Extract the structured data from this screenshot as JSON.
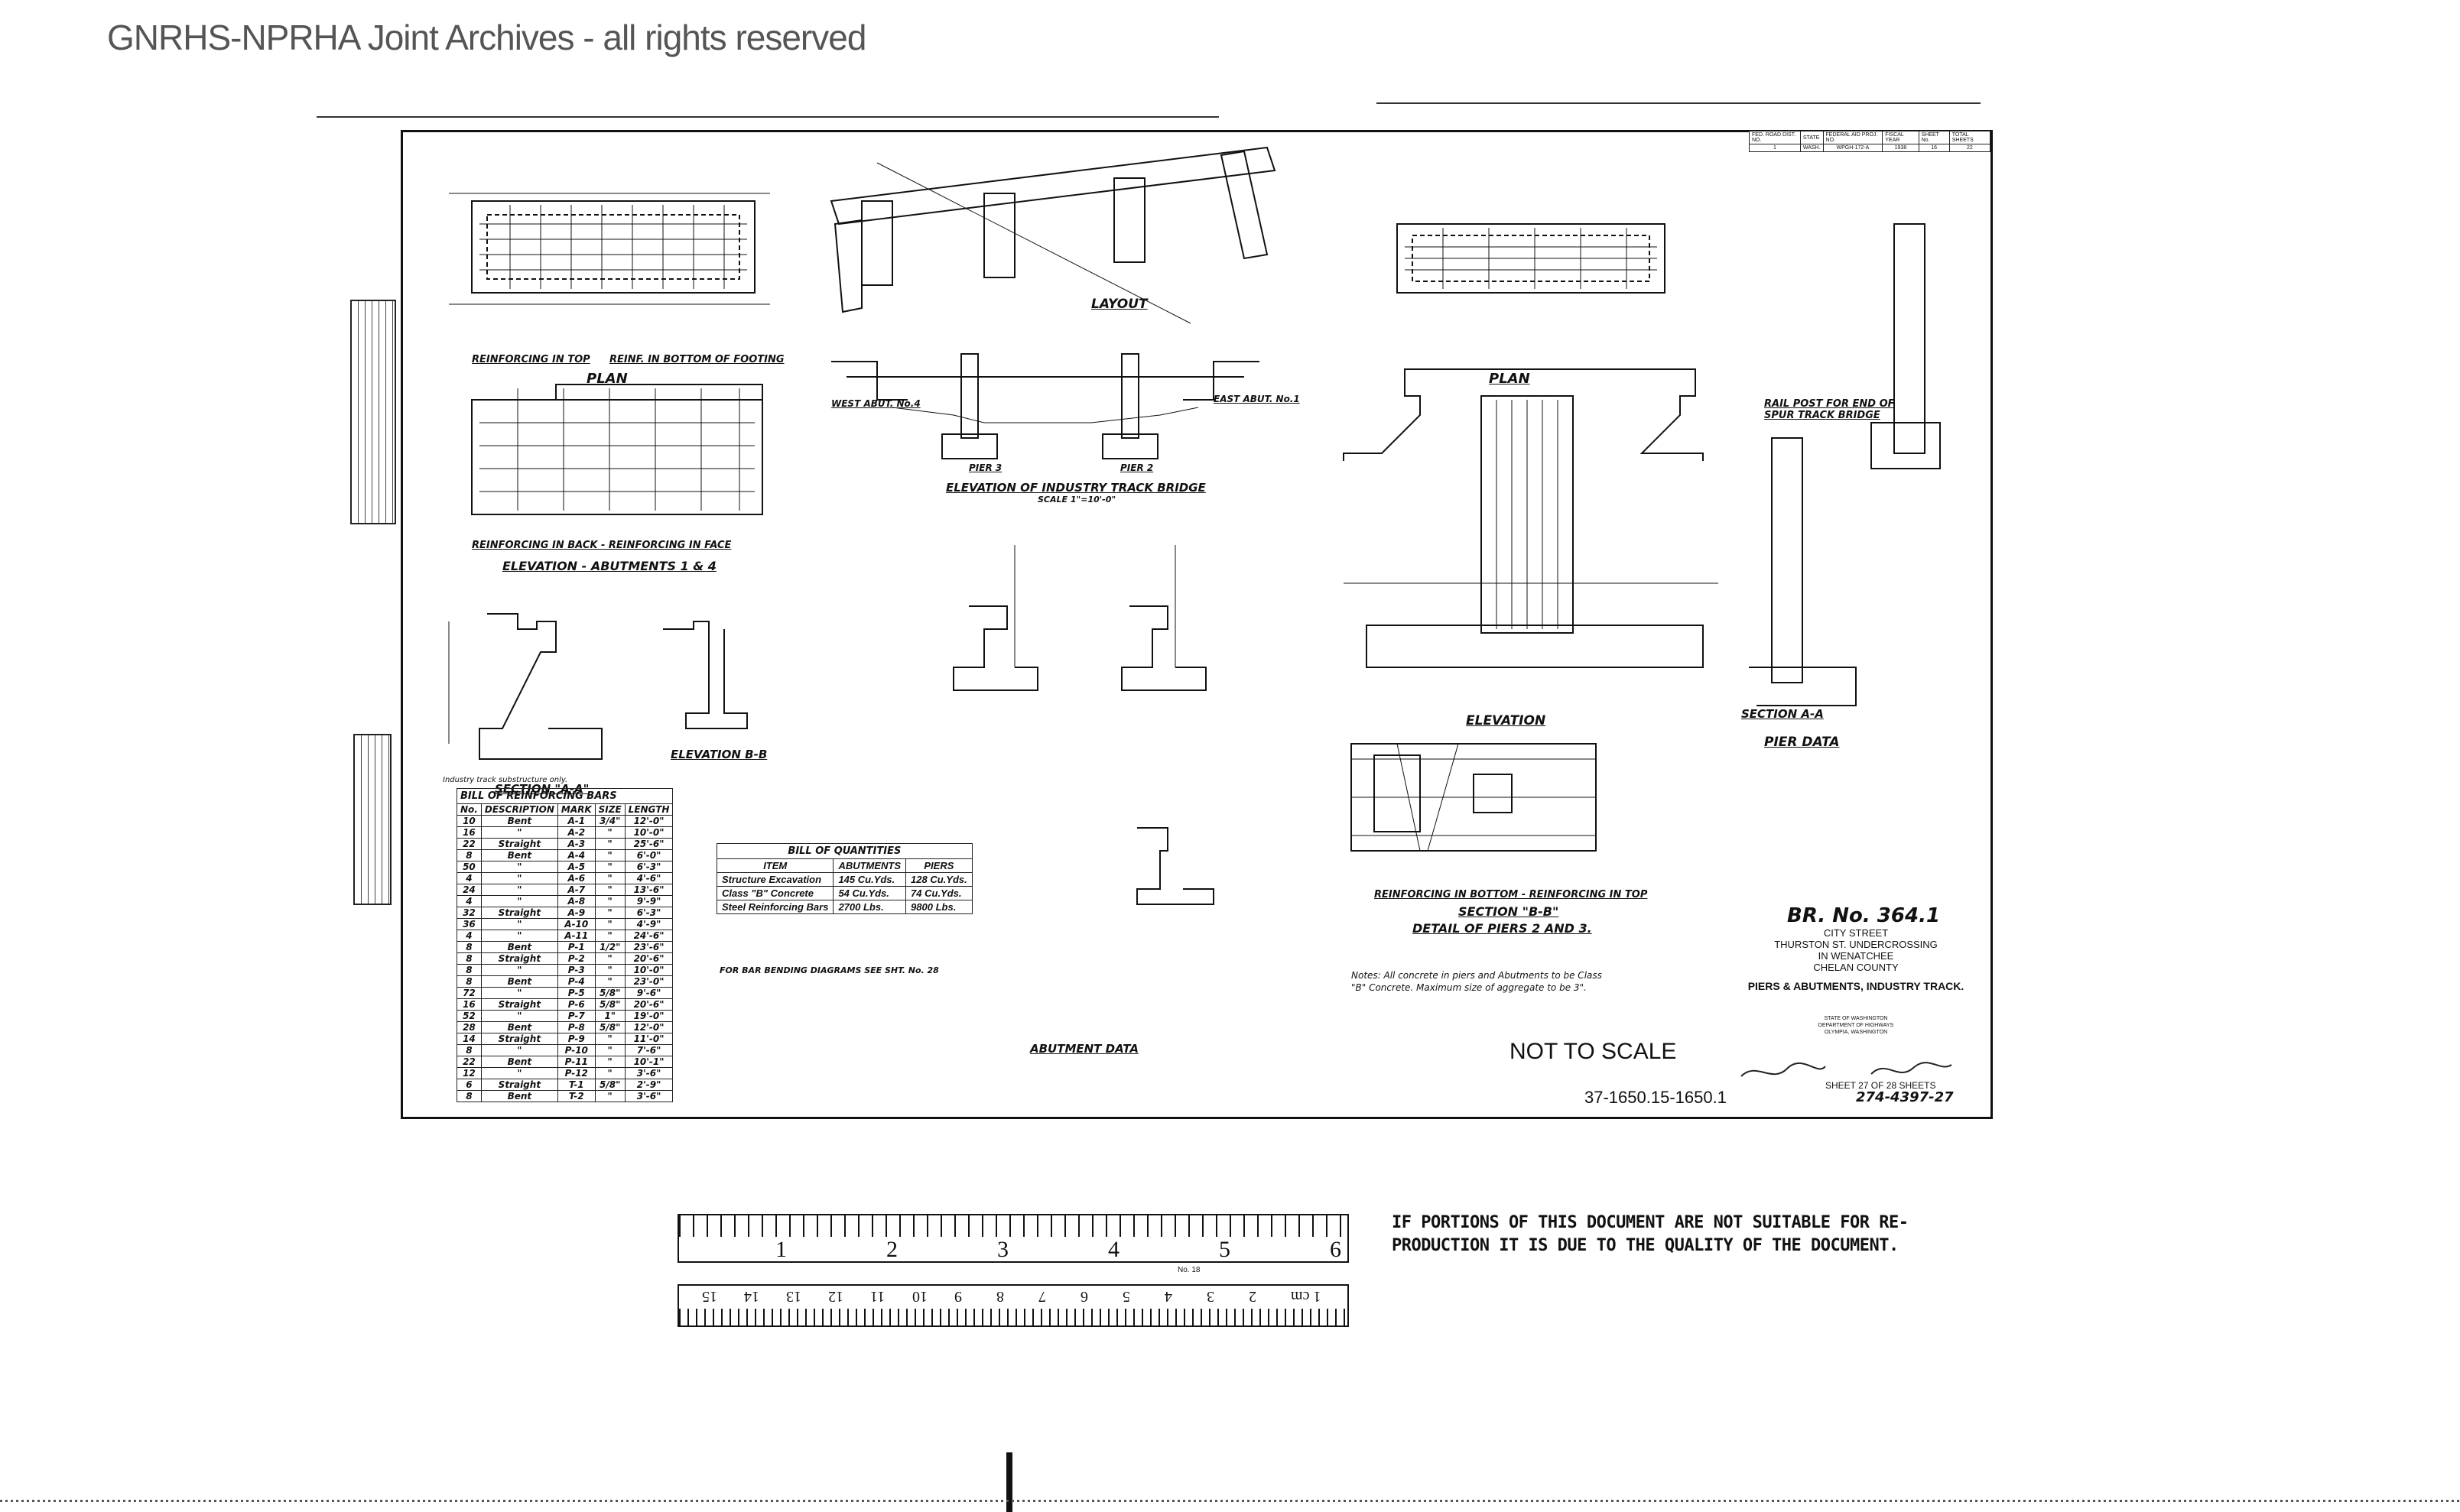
{
  "watermark": "GNRHS-NPRHA Joint Archives - all rights reserved",
  "title_block": {
    "header": [
      "FED. ROAD DIST. NO.",
      "STATE",
      "FEDERAL AID PROJ. NO.",
      "FISCAL YEAR",
      "SHEET No.",
      "TOTAL SHEETS"
    ],
    "values": [
      "1",
      "WASH.",
      "WPGH-172-A",
      "1938",
      "16",
      "22"
    ]
  },
  "drawing_labels": {
    "plan_left_title": "PLAN",
    "plan_left_sub_1": "REINFORCING IN TOP",
    "plan_left_sub_2": "REINF. IN BOTTOM OF FOOTING",
    "elev_abut_sub": "REINFORCING IN BACK - REINFORCING IN FACE",
    "elev_abut_title": "ELEVATION - ABUTMENTS 1 & 4",
    "section_aa": "SECTION \"A-A\"",
    "elevation_bb": "ELEVATION B-B",
    "layout": "LAYOUT",
    "west_abut": "WEST ABUT. No.4",
    "east_abut": "EAST ABUT. No.1",
    "pier3": "PIER 3",
    "pier2": "PIER 2",
    "elevation_bridge": "ELEVATION OF INDUSTRY TRACK BRIDGE",
    "scale": "SCALE 1\"=10'-0\"",
    "plan_right": "PLAN",
    "elevation_right": "ELEVATION",
    "section_aa_right": "SECTION A-A",
    "rail_post": "RAIL POST FOR END OF SPUR TRACK BRIDGE",
    "reinf_bottom_top": "REINFORCING IN BOTTOM - REINFORCING IN TOP",
    "section_bb": "SECTION \"B-B\"",
    "detail_piers": "DETAIL OF PIERS 2 AND 3.",
    "pier_data": "PIER DATA",
    "abutment_data": "ABUTMENT DATA",
    "bar_bending_note": "FOR BAR BENDING DIAGRAMS SEE SHT. No. 28",
    "notes": "Notes: All concrete in piers and Abutments to be Class \"B\" Concrete. Maximum size of aggregate to be 3\".",
    "industry_note": "Industry track substructure only."
  },
  "bill_of_bars": {
    "title": "BILL OF REINFORCING BARS",
    "columns": [
      "No.",
      "DESCRIPTION",
      "MARK",
      "SIZE",
      "LENGTH"
    ],
    "rows": [
      [
        "10",
        "Bent",
        "A-1",
        "3/4\"",
        "12'-0\""
      ],
      [
        "16",
        "\"",
        "A-2",
        "\"",
        "10'-0\""
      ],
      [
        "22",
        "Straight",
        "A-3",
        "\"",
        "25'-6\""
      ],
      [
        "8",
        "Bent",
        "A-4",
        "\"",
        "6'-0\""
      ],
      [
        "50",
        "\"",
        "A-5",
        "\"",
        "6'-3\""
      ],
      [
        "4",
        "\"",
        "A-6",
        "\"",
        "4'-6\""
      ],
      [
        "24",
        "\"",
        "A-7",
        "\"",
        "13'-6\""
      ],
      [
        "4",
        "\"",
        "A-8",
        "\"",
        "9'-9\""
      ],
      [
        "32",
        "Straight",
        "A-9",
        "\"",
        "6'-3\""
      ],
      [
        "36",
        "\"",
        "A-10",
        "\"",
        "4'-9\""
      ],
      [
        "4",
        "\"",
        "A-11",
        "\"",
        "24'-6\""
      ],
      [
        "8",
        "Bent",
        "P-1",
        "1/2\"",
        "23'-6\""
      ],
      [
        "8",
        "Straight",
        "P-2",
        "\"",
        "20'-6\""
      ],
      [
        "8",
        "\"",
        "P-3",
        "\"",
        "10'-0\""
      ],
      [
        "8",
        "Bent",
        "P-4",
        "\"",
        "23'-0\""
      ],
      [
        "72",
        "\"",
        "P-5",
        "5/8\"",
        "9'-6\""
      ],
      [
        "16",
        "Straight",
        "P-6",
        "5/8\"",
        "20'-6\""
      ],
      [
        "52",
        "\"",
        "P-7",
        "1\"",
        "19'-0\""
      ],
      [
        "28",
        "Bent",
        "P-8",
        "5/8\"",
        "12'-0\""
      ],
      [
        "14",
        "Straight",
        "P-9",
        "\"",
        "11'-0\""
      ],
      [
        "8",
        "\"",
        "P-10",
        "\"",
        "7'-6\""
      ],
      [
        "22",
        "Bent",
        "P-11",
        "\"",
        "10'-1\""
      ],
      [
        "12",
        "\"",
        "P-12",
        "\"",
        "3'-6\""
      ],
      [
        "6",
        "Straight",
        "T-1",
        "5/8\"",
        "2'-9\""
      ],
      [
        "8",
        "Bent",
        "T-2",
        "\"",
        "3'-6\""
      ]
    ]
  },
  "bill_of_quantities": {
    "title": "BILL OF QUANTITIES",
    "columns": [
      "ITEM",
      "ABUTMENTS",
      "PIERS"
    ],
    "rows": [
      [
        "Structure Excavation",
        "145 Cu.Yds.",
        "128 Cu.Yds."
      ],
      [
        "Class \"B\" Concrete",
        "54 Cu.Yds.",
        "74 Cu.Yds."
      ],
      [
        "Steel Reinforcing Bars",
        "2700 Lbs.",
        "9800 Lbs."
      ]
    ]
  },
  "bridge_info": {
    "number": "BR. No. 364.1",
    "line1": "CITY STREET",
    "line2": "THURSTON ST. UNDERCROSSING",
    "line3": "IN WENATCHEE",
    "line4": "CHELAN COUNTY",
    "line5": "PIERS & ABUTMENTS, INDUSTRY TRACK.",
    "state1": "STATE OF WASHINGTON",
    "state2": "DEPARTMENT OF HIGHWAYS",
    "state3": "OLYMPIA, WASHINGTON",
    "sheet": "SHEET 27 OF 28 SHEETS",
    "drawing_no": "274-4397-27"
  },
  "stamps": {
    "not_to_scale": "NOT TO SCALE",
    "doc_number": "37-1650.15-1650.1",
    "notice_line1": "IF PORTIONS OF THIS DOCUMENT ARE NOT SUITABLE FOR RE-",
    "notice_line2": "PRODUCTION IT IS DUE TO THE QUALITY OF THE DOCUMENT."
  },
  "ruler_inches": [
    "1",
    "2",
    "3",
    "4",
    "5",
    "6"
  ],
  "ruler_cm": [
    "1 cm",
    "2",
    "3",
    "4",
    "5",
    "6",
    "7",
    "8",
    "9",
    "10",
    "11",
    "12",
    "13",
    "14",
    "15"
  ],
  "ruler_label": "No. 18"
}
